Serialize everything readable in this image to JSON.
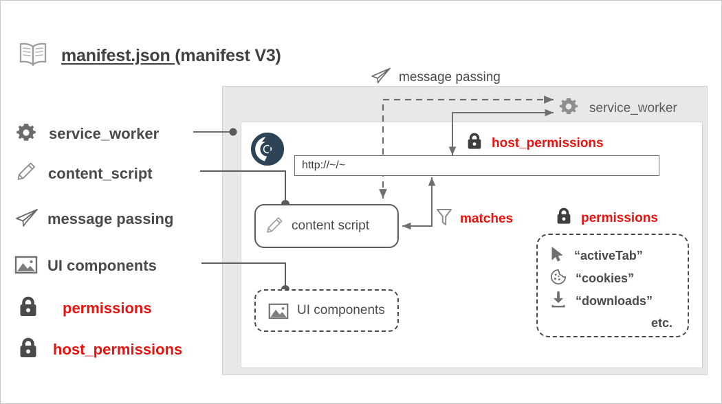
{
  "title": {
    "icon": "book-icon",
    "main": "manifest.json ",
    "suffix": "(manifest V3)"
  },
  "legend": {
    "items": [
      {
        "icon": "gear-icon",
        "label": "service_worker",
        "color": "#4a4a4a"
      },
      {
        "icon": "pencil-icon",
        "label": "content_script",
        "color": "#4a4a4a"
      },
      {
        "icon": "paper-plane-icon",
        "label": "message passing",
        "color": "#4a4a4a"
      },
      {
        "icon": "image-icon",
        "label": "UI components",
        "color": "#4a4a4a"
      },
      {
        "icon": "lock-icon",
        "label": "permissions",
        "color": "#e8130f"
      },
      {
        "icon": "lock-icon",
        "label": "host_permissions",
        "color": "#e8130f"
      }
    ]
  },
  "diagram": {
    "message_passing_top": {
      "icon": "paper-plane-icon",
      "label": "message passing"
    },
    "service_worker": {
      "icon": "gear-icon",
      "label": "service_worker"
    },
    "host_permissions": {
      "icon": "lock-icon",
      "label": "host_permissions"
    },
    "url_bar": {
      "value": "http://~/~",
      "placeholder": "http://~/~"
    },
    "chrome_logo": {
      "icon": "chrome-logo-icon"
    },
    "content_script": {
      "icon": "pencil-icon",
      "label": "content script"
    },
    "ui_components": {
      "icon": "image-icon",
      "label": "UI components"
    },
    "matches": {
      "icon": "funnel-icon",
      "label": "matches"
    },
    "permissions": {
      "icon": "lock-icon",
      "label": "permissions",
      "items": [
        {
          "icon": "cursor-icon",
          "label": "“activeTab”"
        },
        {
          "icon": "cookie-icon",
          "label": "“cookies”"
        },
        {
          "icon": "download-icon",
          "label": "“downloads”"
        }
      ],
      "etc": "etc."
    }
  },
  "colors": {
    "accent_red": "#e8130f",
    "text_gray": "#4a4a4a",
    "panel_gray": "#e8e8e8",
    "line_gray": "#6d6f72",
    "chrome_blue": "#2e4355"
  }
}
